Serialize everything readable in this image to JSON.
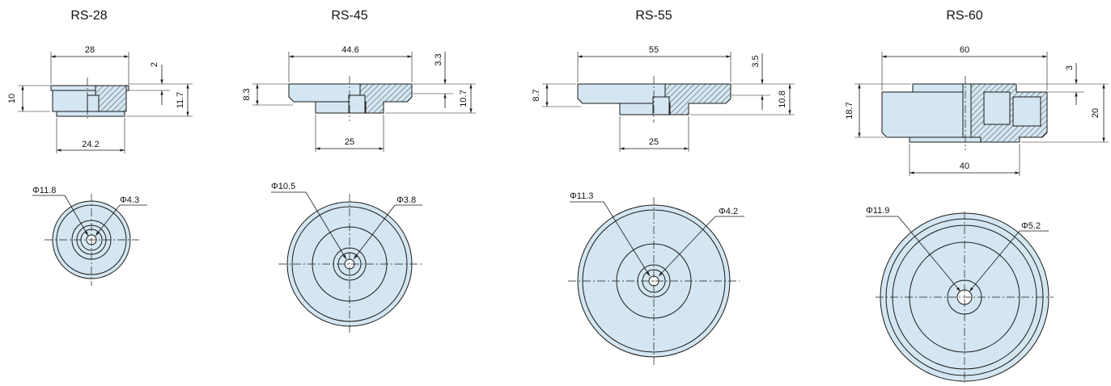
{
  "models": [
    {
      "id": "rs28",
      "title": "RS-28",
      "width": "28",
      "base_width": "24.2",
      "height": "10",
      "total_height": "11.7",
      "step": "2",
      "outer_dia": "Φ11.8",
      "inner_dia": "Φ4.3"
    },
    {
      "id": "rs45",
      "title": "RS-45",
      "width": "44.6",
      "base_width": "25",
      "height": "8.3",
      "total_height": "10.7",
      "step": "3.3",
      "outer_dia": "Φ10.5",
      "inner_dia": "Φ3.8"
    },
    {
      "id": "rs55",
      "title": "RS-55",
      "width": "55",
      "base_width": "25",
      "height": "8.7",
      "total_height": "10.8",
      "step": "3.5",
      "outer_dia": "Φ11.3",
      "inner_dia": "Φ4.2"
    },
    {
      "id": "rs60",
      "title": "RS-60",
      "width": "60",
      "base_width": "40",
      "height": "18.7",
      "total_height": "20",
      "step": "3",
      "outer_dia": "Φ11.9",
      "inner_dia": "Φ5.2"
    }
  ]
}
